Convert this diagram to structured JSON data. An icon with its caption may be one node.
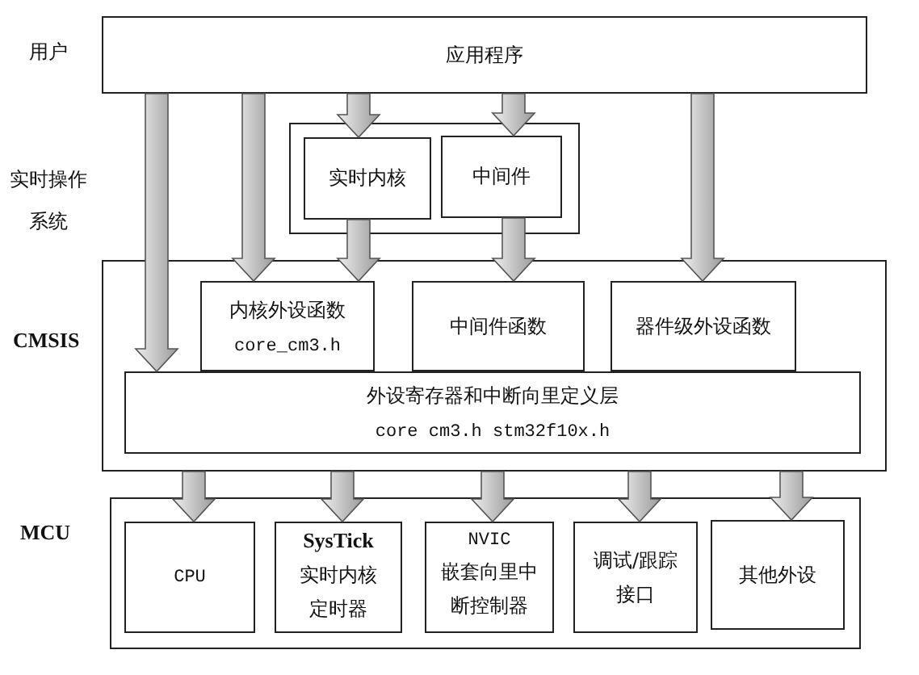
{
  "diagram": {
    "nodes": [
      {
        "text": [
          "应用程序"
        ]
      },
      {
        "text": [],
        "shape": "box"
      },
      {
        "text": [
          "实时内核"
        ],
        "in": 1
      },
      {
        "text": [
          "中间件"
        ],
        "in": 1
      },
      {
        "text": [],
        "shape": "box"
      },
      {
        "text": [
          "内核外设函数",
          "core_cm3.h"
        ],
        "in": 4
      },
      {
        "text": [
          "中间件函数"
        ],
        "in": 4
      },
      {
        "text": [
          "器件级外设函数"
        ],
        "in": 4
      },
      {
        "text": [
          "外设寄存器和中断向里定义层",
          "core cm3.h stm32f10x.h"
        ],
        "in": 4
      },
      {
        "text": [],
        "shape": "box"
      },
      {
        "text": [
          "CPU"
        ],
        "in": 9
      },
      {
        "text": [
          "SysTick",
          "实时内核定时器"
        ],
        "in": 9
      },
      {
        "text": [
          "NVIC",
          "嵌套向里中断控制器"
        ],
        "in": 9
      },
      {
        "text": [
          "调试/跟踪接口"
        ],
        "in": 9
      },
      {
        "text": [
          "其他外设"
        ],
        "in": 9
      }
    ],
    "edges": [
      {
        "from": 0,
        "to": 8,
        "arrow": "to"
      },
      {
        "from": 0,
        "to": 5,
        "arrow": "to"
      },
      {
        "from": 0,
        "to": 2,
        "arrow": "to"
      },
      {
        "from": 0,
        "to": 3,
        "arrow": "to"
      },
      {
        "from": 0,
        "to": 7,
        "arrow": "to"
      },
      {
        "from": 2,
        "to": 5,
        "arrow": "to"
      },
      {
        "from": 3,
        "to": 6,
        "arrow": "to"
      },
      {
        "from": 4,
        "to": 10,
        "arrow": "to"
      },
      {
        "from": 4,
        "to": 11,
        "arrow": "to"
      },
      {
        "from": 4,
        "to": 12,
        "arrow": "to"
      },
      {
        "from": 4,
        "to": 13,
        "arrow": "to"
      },
      {
        "from": 4,
        "to": 14,
        "arrow": "to"
      }
    ],
    "labels": [
      "用户",
      "实时操作系统",
      "CMSIS",
      "MCU"
    ]
  }
}
